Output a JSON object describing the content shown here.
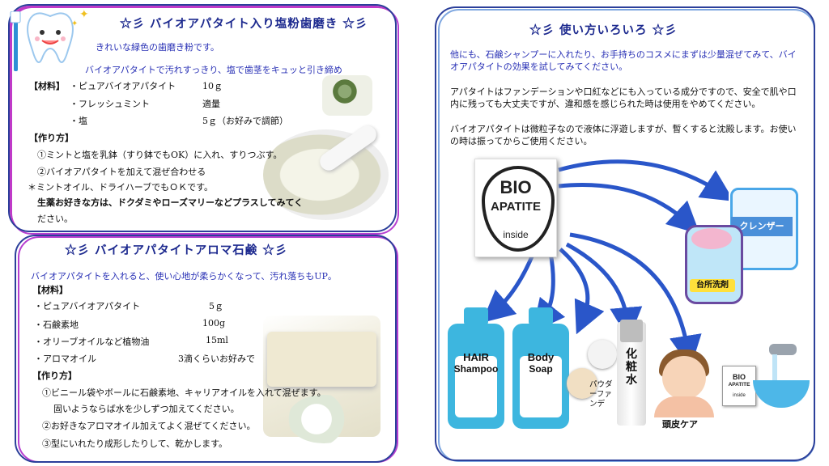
{
  "panel1": {
    "title": "☆彡 バイオアパタイト入り塩粉歯磨き ☆彡",
    "lead1": "きれいな緑色の歯磨き粉です。",
    "lead2": "バイオアパタイトで汚れすっきり、塩で歯茎をキュッと引き締め",
    "materials_heading": "【材料】",
    "materials": [
      {
        "name": "・ピュアバイオアパタイト",
        "amount": "10ｇ"
      },
      {
        "name": "・フレッシュミント",
        "amount": "適量"
      },
      {
        "name": "・塩",
        "amount": "5ｇ（お好みで調節）"
      }
    ],
    "steps_heading": "【作り方】",
    "steps": [
      "①ミントと塩を乳鉢（すり鉢でもOK）に入れ、すりつぶす。",
      "②バイオアパタイトを加えて混ぜ合わせる"
    ],
    "note1": "＊ミントオイル、ドライハーブでもＯＫです。",
    "note2a": "生薬お好きな方は、ドクダミやローズマリーなどプラスしてみてく",
    "note2b": "ださい。"
  },
  "panel2": {
    "title": "☆彡 バイオアパタイトアロマ石鹸 ☆彡",
    "lead": "バイオアパタイトを入れると、使い心地が柔らかくなって、汚れ落ちもUP。",
    "materials_heading": "【材料】",
    "materials": [
      {
        "name": "・ピュアバイオアパタイト",
        "amount": "5ｇ"
      },
      {
        "name": "・石鹸素地",
        "amount": "100g"
      },
      {
        "name": "・オリーブオイルなど植物油",
        "amount": "15ml"
      },
      {
        "name": "・アロマオイル",
        "amount": "3滴くらいお好みで"
      }
    ],
    "steps_heading": "【作り方】",
    "steps": [
      "①ビニール袋やボールに石鹸素地、キャリアオイルを入れて混ぜます。",
      "固いようならば水を少しずつ加えてください。",
      "②お好きなアロマオイル加えてよく混ぜてください。",
      "③型にいれたり成形したりして、乾かします。"
    ]
  },
  "panel3": {
    "title": "☆彡 使い方いろいろ ☆彡",
    "lead": "他にも、石鹸シャンプーに入れたり、お手持ちのコスメにまずは少量混ぜてみて、バイオアパタイトの効果を試してみてください。",
    "body": "アパタイトはファンデーションや口紅などにも入っている成分ですので、安全で肌や口内に残っても大丈夫ですが、違和感を感じられた時は使用をやめてください。",
    "body2": "バイオアパタイトは微粒子なので液体に浮遊しますが、暫くすると沈殿します。お使いの時は振ってからご使用ください。",
    "logo": {
      "line1": "BIO",
      "line2": "APATITE",
      "line3": "inside"
    },
    "items": {
      "cleanser": "クレンザー",
      "detergent": "台所洗剤",
      "hair_shampoo_1": "HAIR",
      "hair_shampoo_2": "Shampoo",
      "body_soap_1": "Body",
      "body_soap_2": "Soap",
      "powder": "パウダーファンデ",
      "toner": "化粧水",
      "scalp": "頭皮ケア",
      "mini_logo_1": "BIO",
      "mini_logo_2": "APATITE",
      "mini_logo_3": "inside"
    }
  },
  "colors": {
    "border_blue": "#2b3f9a",
    "border_purple": "#b73fd0",
    "title_blue": "#1d2a8f",
    "accent_blue": "#3db6df"
  }
}
